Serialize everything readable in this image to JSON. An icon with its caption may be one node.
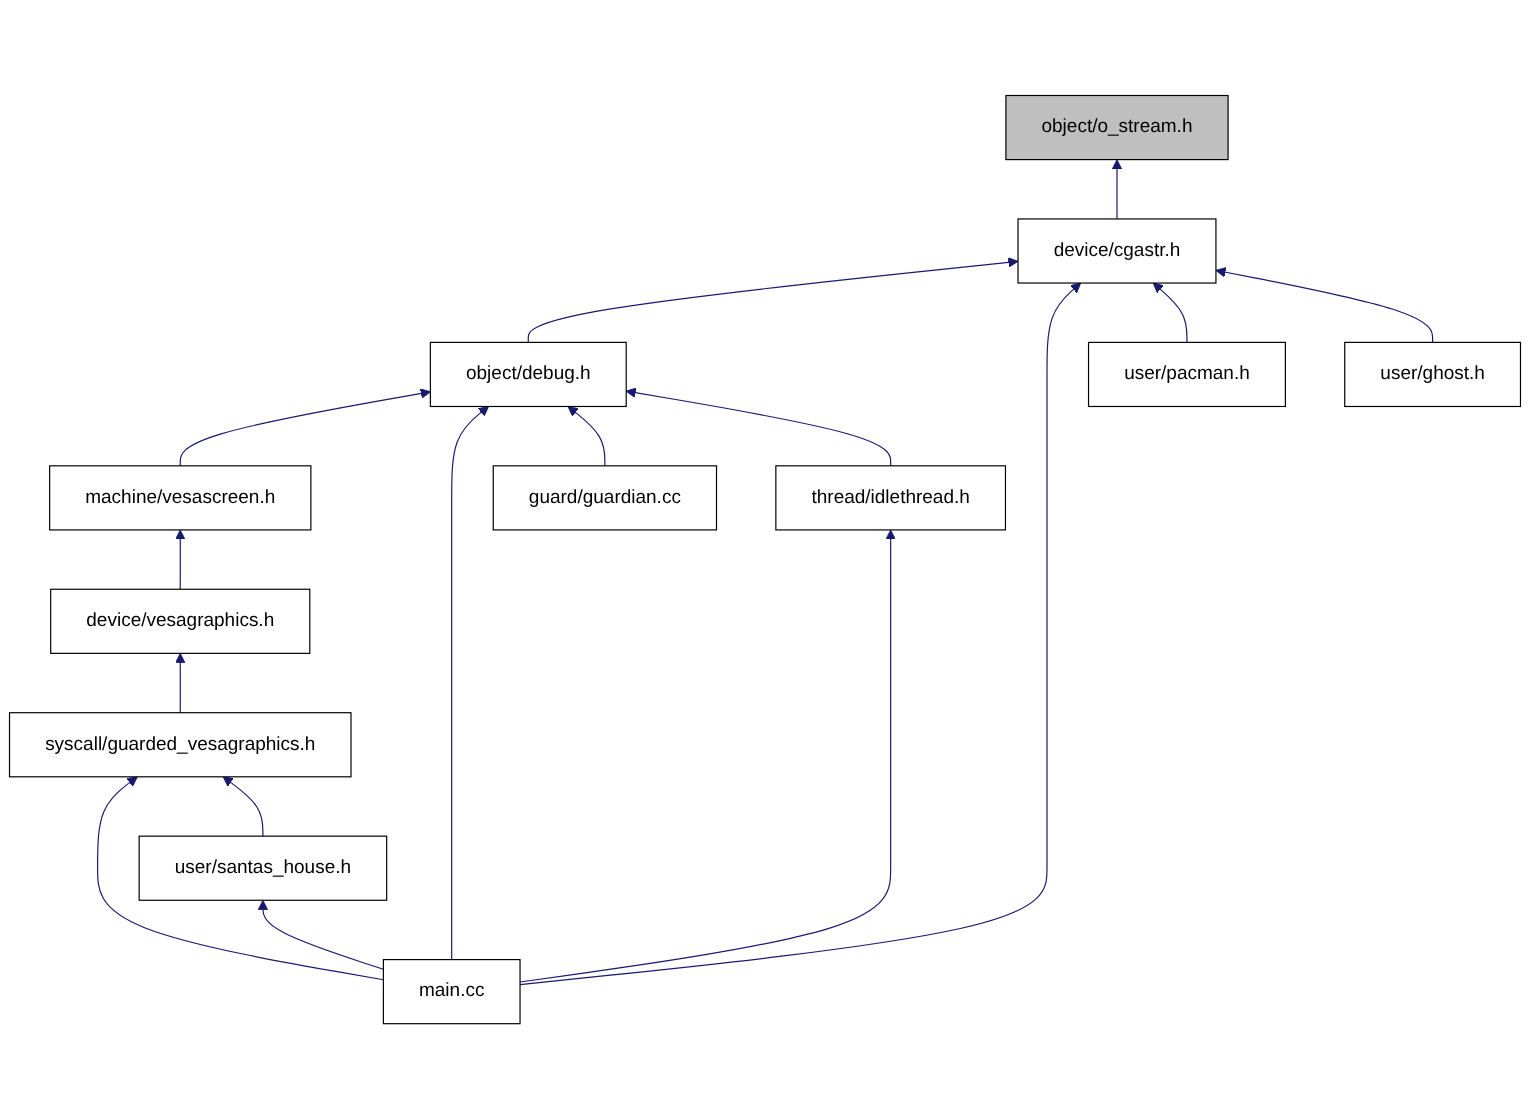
{
  "diagram": {
    "nodes": [
      {
        "text": [
          "object/o_stream.h"
        ]
      },
      {
        "text": [
          "device/cgastr.h"
        ]
      },
      {
        "text": [
          "object/debug.h"
        ]
      },
      {
        "text": [
          "user/pacman.h"
        ]
      },
      {
        "text": [
          "user/ghost.h"
        ]
      },
      {
        "text": [
          "machine/vesascreen.h"
        ]
      },
      {
        "text": [
          "guard/guardian.cc"
        ]
      },
      {
        "text": [
          "device/vesagraphics.h"
        ]
      },
      {
        "text": [
          "thread/idlethread.h"
        ]
      },
      {
        "text": [
          "syscall/guarded_vesagraphics.h"
        ]
      },
      {
        "text": [
          "user/santas_house.h"
        ]
      },
      {
        "text": [
          "main.cc"
        ]
      }
    ],
    "edges": [
      {
        "from": 1,
        "to": 0,
        "arrow": "to"
      },
      {
        "from": 2,
        "to": 1,
        "arrow": "to"
      },
      {
        "from": 11,
        "to": 1,
        "arrow": "to"
      },
      {
        "from": 3,
        "to": 1,
        "arrow": "to"
      },
      {
        "from": 4,
        "to": 1,
        "arrow": "to"
      },
      {
        "from": 5,
        "to": 2,
        "arrow": "to"
      },
      {
        "from": 11,
        "to": 2,
        "arrow": "to"
      },
      {
        "from": 6,
        "to": 2,
        "arrow": "to"
      },
      {
        "from": 8,
        "to": 2,
        "arrow": "to"
      },
      {
        "from": 7,
        "to": 5,
        "arrow": "to"
      },
      {
        "from": 11,
        "to": 8,
        "arrow": "to"
      },
      {
        "from": 9,
        "to": 7,
        "arrow": "to"
      },
      {
        "from": 11,
        "to": 9,
        "arrow": "to"
      },
      {
        "from": 10,
        "to": 9,
        "arrow": "to"
      },
      {
        "from": 11,
        "to": 10,
        "arrow": "to"
      }
    ]
  }
}
